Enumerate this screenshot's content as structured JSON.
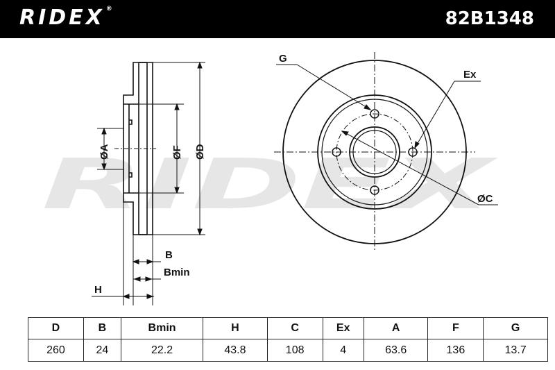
{
  "header": {
    "brand": "RIDEX",
    "brand_mark": "®",
    "part_number": "82B1348"
  },
  "watermark": "RIDEX",
  "labels": {
    "dia_a": "ØA",
    "dia_f": "ØF",
    "dia_d": "ØD",
    "b": "B",
    "bmin": "Bmin",
    "h": "H",
    "g": "G",
    "ex": "Ex",
    "dia_c": "ØC"
  },
  "table": {
    "headers": [
      "D",
      "B",
      "Bmin",
      "H",
      "C",
      "Ex",
      "A",
      "F",
      "G"
    ],
    "values": [
      "260",
      "24",
      "22.2",
      "43.8",
      "108",
      "4",
      "63.6",
      "136",
      "13.7"
    ]
  },
  "colors": {
    "header_bg": "#000000",
    "header_text": "#ffffff",
    "line": "#111111",
    "watermark": "#e6e6e6"
  }
}
